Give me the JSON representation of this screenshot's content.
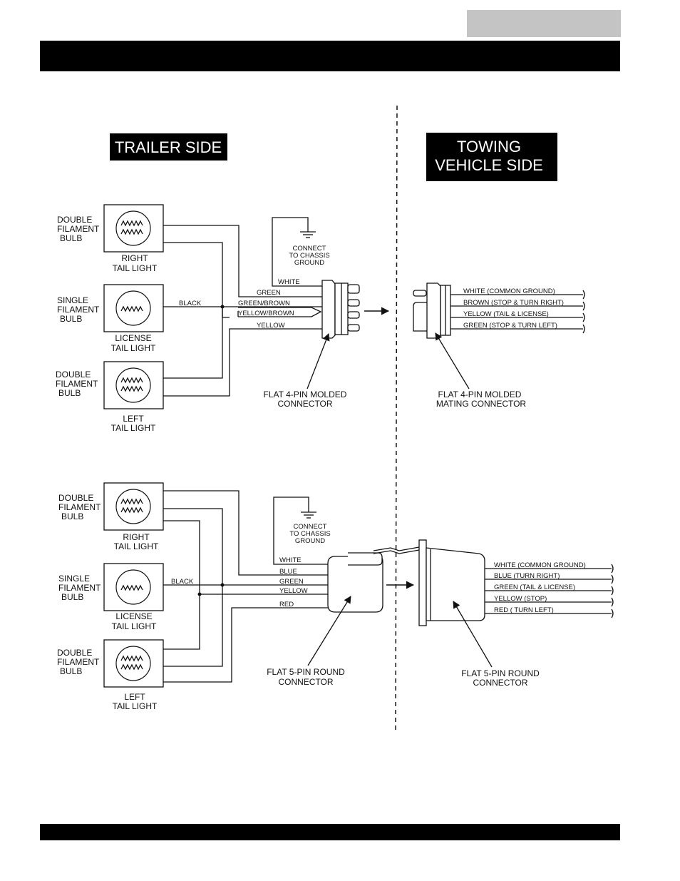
{
  "header": {
    "tab_text": "",
    "bar_text": ""
  },
  "footer": {
    "bar_text": ""
  },
  "headings": {
    "trailer_side": "TRAILER SIDE",
    "towing_line1": "TOWING",
    "towing_line2": "VEHICLE SIDE"
  },
  "bulbs": {
    "double": [
      "DOUBLE",
      "FILAMENT",
      "BULB"
    ],
    "single": [
      "SINGLE",
      "FILAMENT",
      "BULB"
    ]
  },
  "lights": {
    "right": [
      "RIGHT",
      "TAIL LIGHT"
    ],
    "license": [
      "LICENSE",
      "TAIL LIGHT"
    ],
    "left": [
      "LEFT",
      "TAIL LIGHT"
    ]
  },
  "ground": {
    "lines": [
      "CONNECT",
      "TO CHASSIS",
      "GROUND"
    ]
  },
  "top": {
    "trailer_wires": [
      "WHITE",
      "GREEN",
      "BLACK",
      "GREEN/BROWN",
      "YELLOW/BROWN",
      "YELLOW"
    ],
    "trailer_connector": [
      "FLAT 4-PIN MOLDED",
      "CONNECTOR"
    ],
    "vehicle_wires": [
      "WHITE (COMMON GROUND)",
      "BROWN (STOP & TURN RIGHT)",
      "YELLOW (TAIL & LICENSE)",
      "GREEN (STOP & TURN LEFT)"
    ],
    "vehicle_connector": [
      "FLAT 4-PIN MOLDED",
      "MATING CONNECTOR"
    ]
  },
  "bottom": {
    "trailer_wires": [
      "WHITE",
      "BLUE",
      "BLACK",
      "GREEN",
      "YELLOW",
      "RED"
    ],
    "trailer_connector": [
      "FLAT 5-PIN ROUND",
      "CONNECTOR"
    ],
    "vehicle_wires": [
      "WHITE (COMMON GROUND)",
      "BLUE (TURN RIGHT)",
      "GREEN (TAIL & LICENSE)",
      "YELLOW (STOP)",
      "RED ( TURN LEFT)"
    ],
    "vehicle_connector": [
      "FLAT 5-PIN ROUND",
      "CONNECTOR"
    ]
  }
}
